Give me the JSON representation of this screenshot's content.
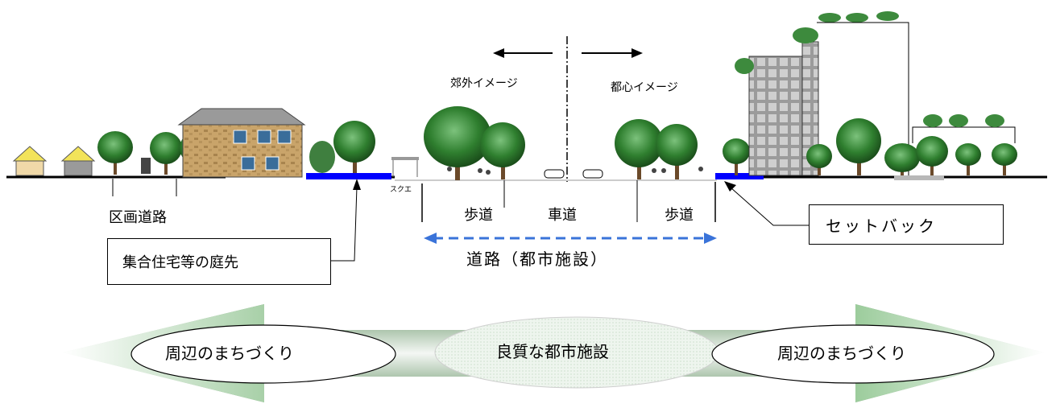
{
  "directions": {
    "suburban": "郊外イメージ",
    "urban": "都心イメージ"
  },
  "road_labels": {
    "sidewalk_left": "歩道",
    "roadway": "車道",
    "sidewalk_right": "歩道"
  },
  "road_caption": "道路（都市施設）",
  "callouts": {
    "section_road": "区画道路",
    "garden": "集合住宅等の庭先",
    "setback": "セットバック"
  },
  "sign_text": "スクエ",
  "bottom": {
    "left": "周辺のまちづくり",
    "center": "良質な都市施設",
    "right": "周辺のまちづくり"
  },
  "colors": {
    "arrow_gradient_center": "#f4f7f4",
    "arrow_gradient_edge": "#5f8f5f",
    "arrowhead_left": "#cfe6cf",
    "arrowhead_right": "#8fc08f",
    "setback_band": "#0000ff",
    "dashed_arrow": "#3a73d9",
    "tree_green": "#2e8b2e"
  }
}
